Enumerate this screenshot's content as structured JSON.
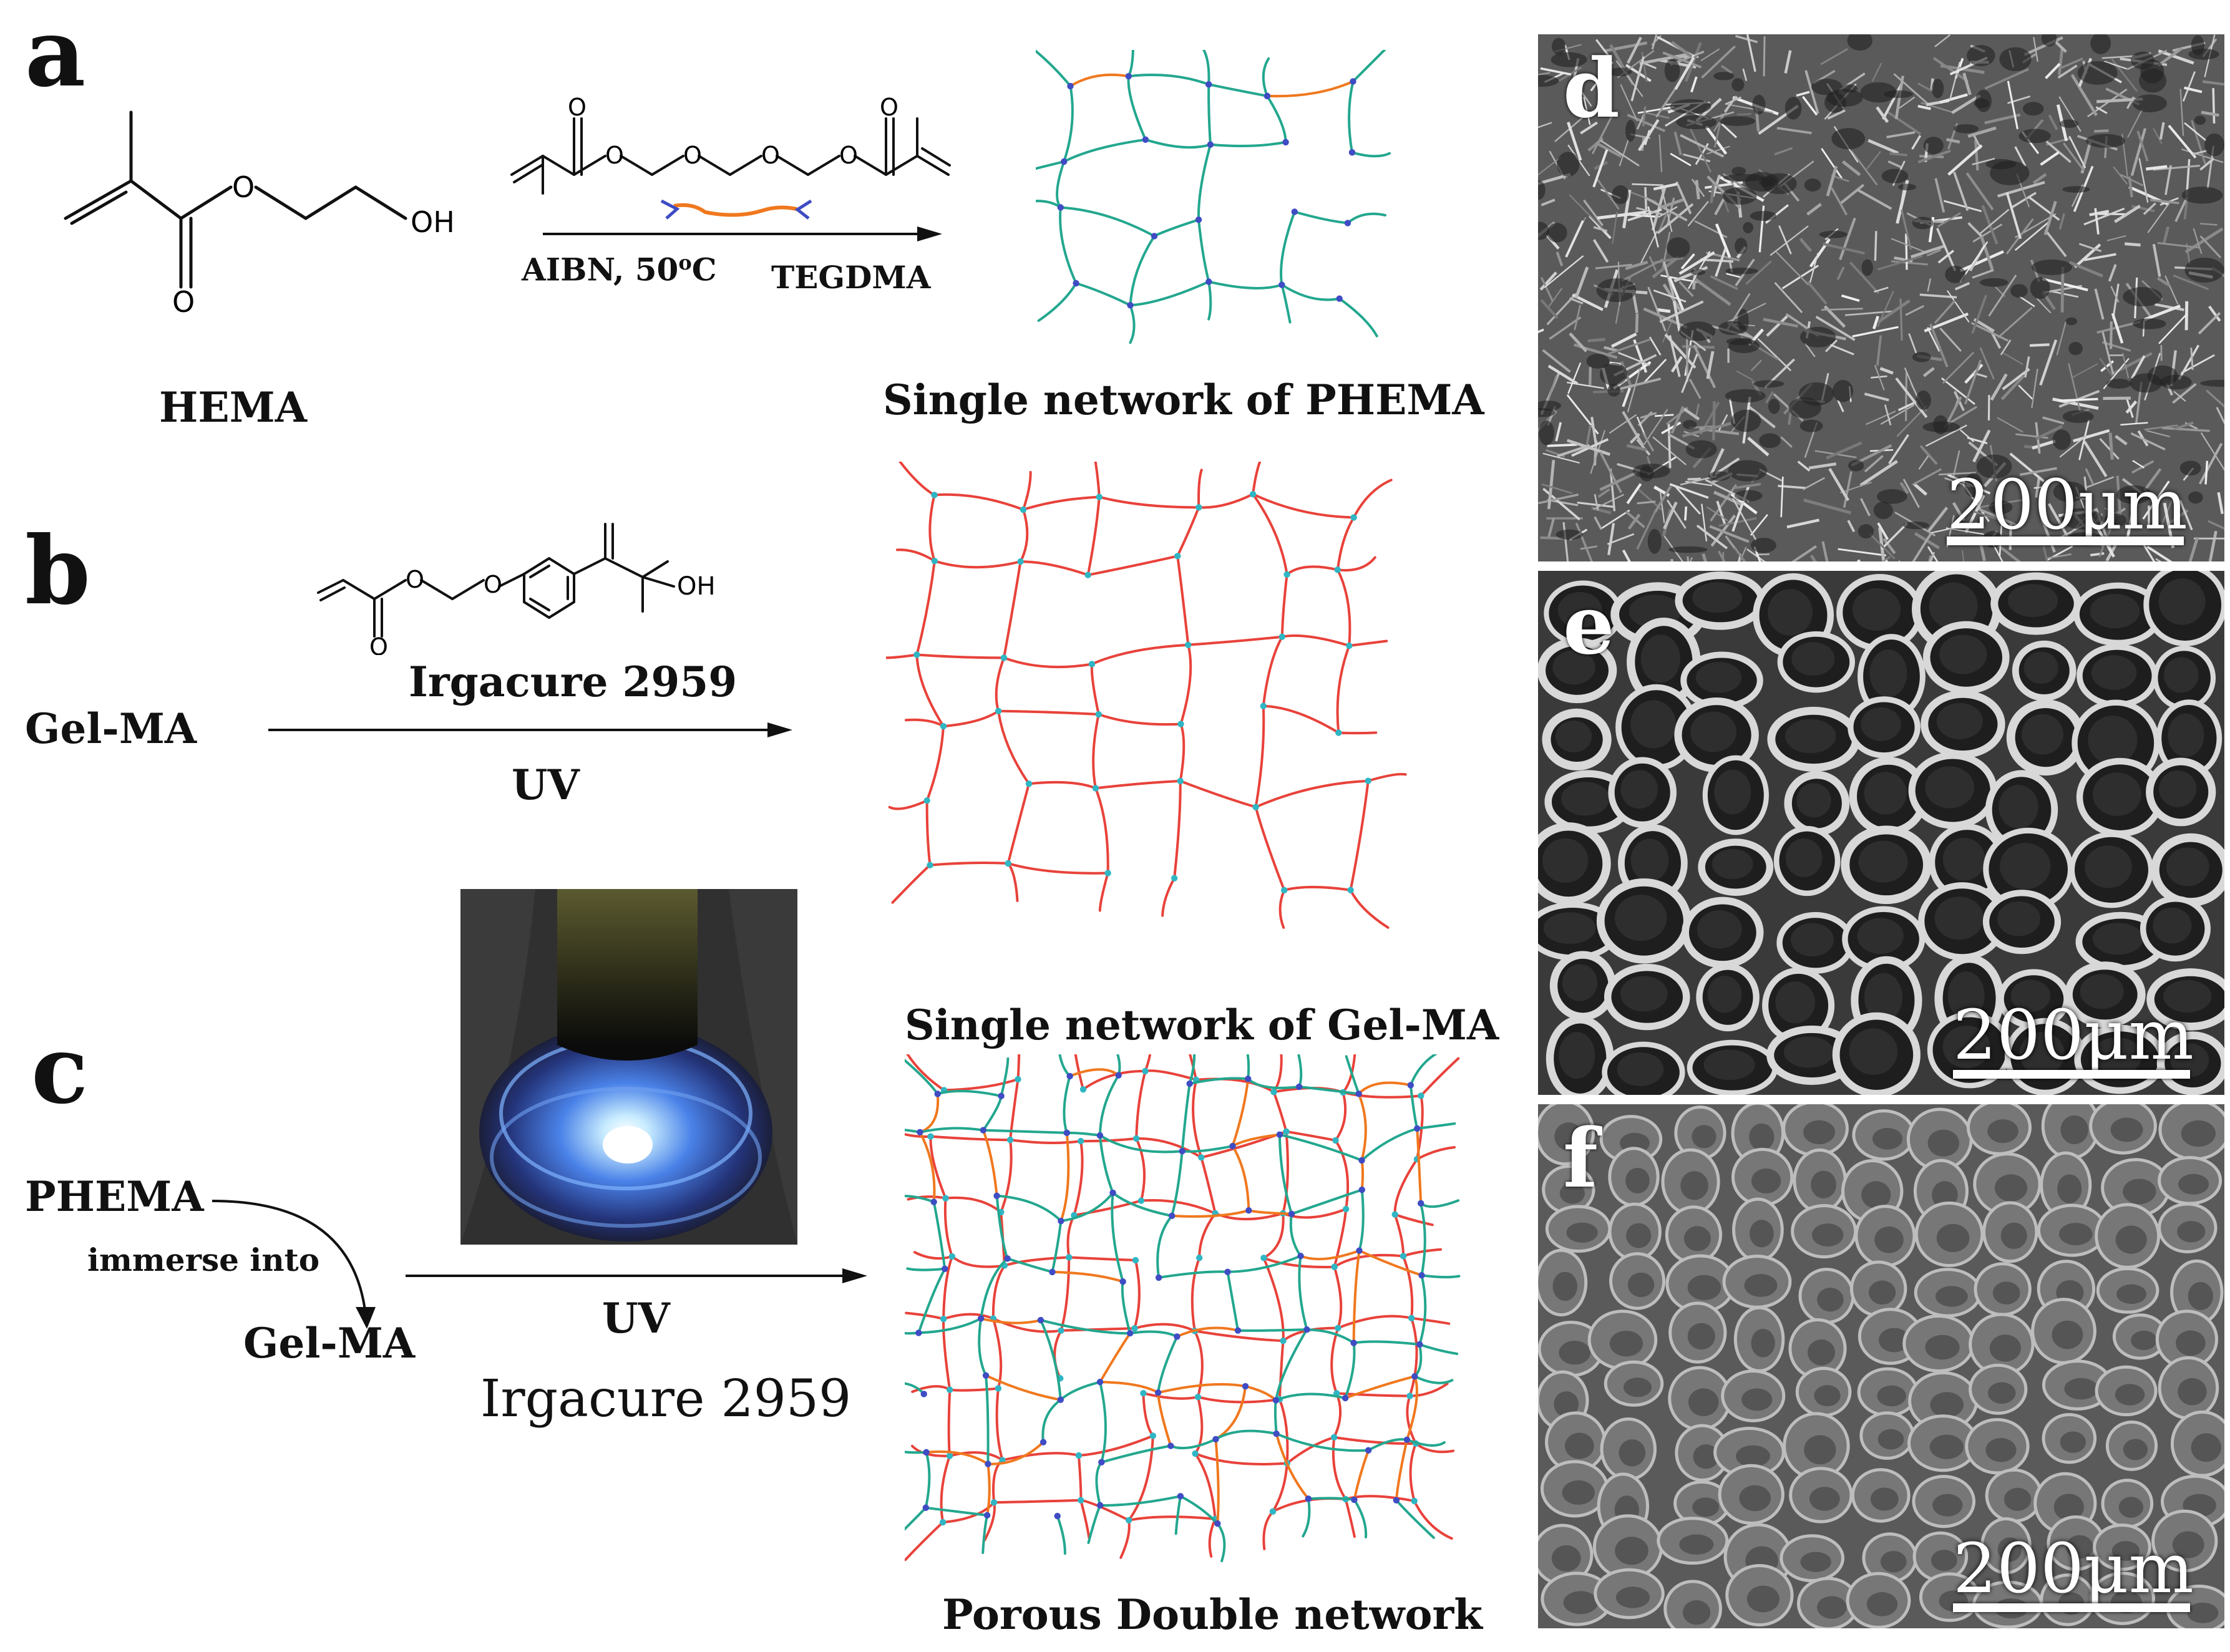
{
  "panels": {
    "a": {
      "letter": "a",
      "monomer": "HEMA",
      "oh": "OH",
      "o_label": "O",
      "conditions_left": "AIBN, 50",
      "conditions_deg": "o",
      "conditions_c": "C",
      "crosslinker": "TEGDMA",
      "product": "Single network of PHEMA"
    },
    "b": {
      "letter": "b",
      "reactant": "Gel-MA",
      "initiator": "Irgacure 2959",
      "oh": "OH",
      "condition": "UV",
      "product": "Single network of Gel-MA"
    },
    "c": {
      "letter": "c",
      "reactant1": "PHEMA",
      "action": "immerse into",
      "reactant2": "Gel-MA",
      "condition": "UV",
      "initiator": "Irgacure 2959",
      "product": "Porous Double network"
    },
    "sem": [
      {
        "letter": "d",
        "scale": "200μm"
      },
      {
        "letter": "e",
        "scale": "200μm"
      },
      {
        "letter": "f",
        "scale": "200μm"
      }
    ]
  },
  "colors": {
    "red_chain": "#e8423a",
    "teal_chain": "#23a78f",
    "orange_link": "#f0781e",
    "blue_node": "#3f4cc4",
    "cyan_node": "#2fb6c4"
  }
}
